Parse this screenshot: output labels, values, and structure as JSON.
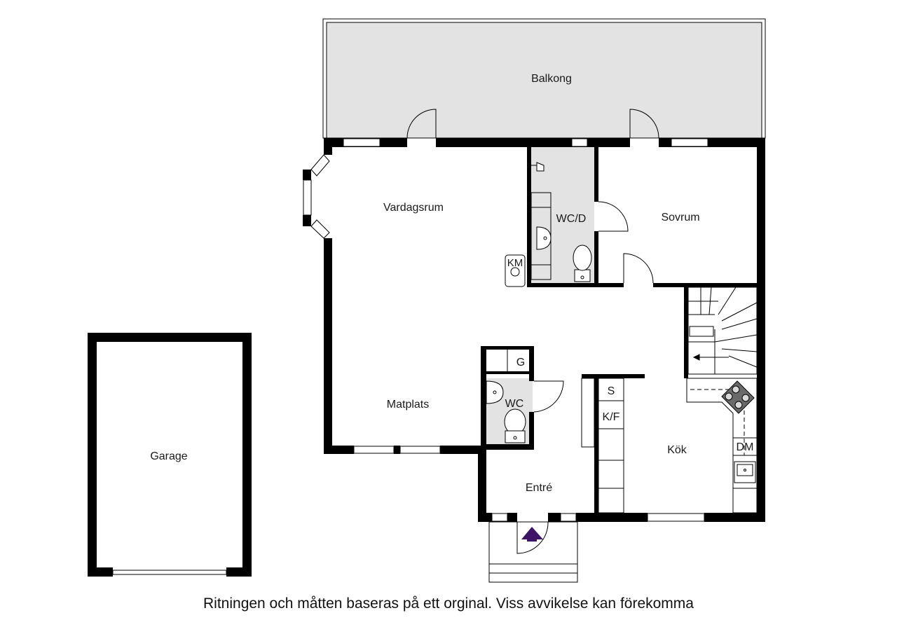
{
  "rooms": {
    "balkong": "Balkong",
    "vardagsrum": "Vardagsrum",
    "wcd": "WC/D",
    "sovrum": "Sovrum",
    "km": "KM",
    "g": "G",
    "wc": "WC",
    "matplats": "Matplats",
    "s": "S",
    "kf": "K/F",
    "kok": "Kök",
    "dm": "DM",
    "entre": "Entré",
    "garage": "Garage"
  },
  "caption": "Ritningen och måtten baseras på ett orginal. Viss avvikelse kan förekomma",
  "colors": {
    "wall": "#000000",
    "wet_area": "#e3e3e3",
    "entry_arrow": "#3d1466"
  }
}
